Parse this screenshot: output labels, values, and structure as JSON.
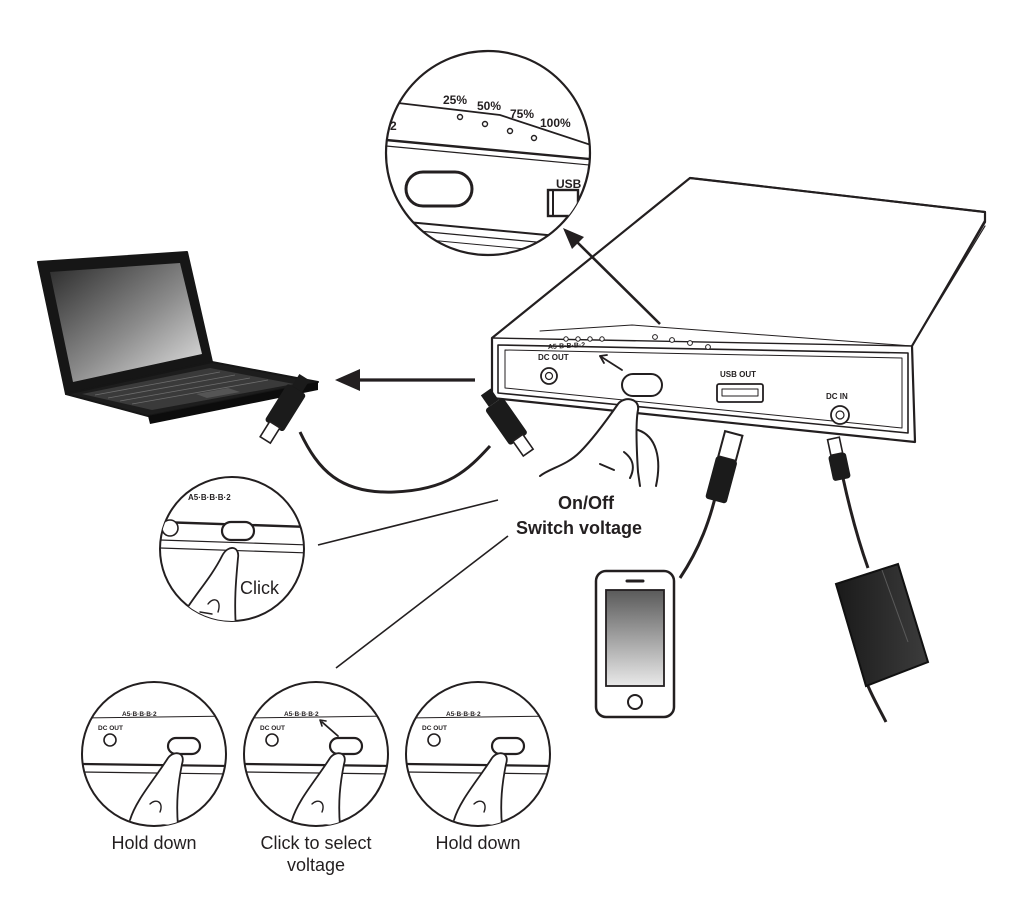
{
  "battery_levels": [
    "25%",
    "50%",
    "75%",
    "100%"
  ],
  "ports": {
    "dc_out": "DC OUT",
    "usb_out": "USB OUT",
    "dc_in": "DC IN",
    "usb_zoom": "USB"
  },
  "button_labels": {
    "on_off": "On/Off",
    "switch_voltage": "Switch voltage"
  },
  "steps": {
    "click": "Click",
    "hold_down_left": "Hold down",
    "click_select": "Click to select voltage",
    "hold_down_right": "Hold down"
  },
  "colors": {
    "ink": "#231f20",
    "screen_dark": "#3a3a3a",
    "screen_light": "#d8d8d8"
  }
}
